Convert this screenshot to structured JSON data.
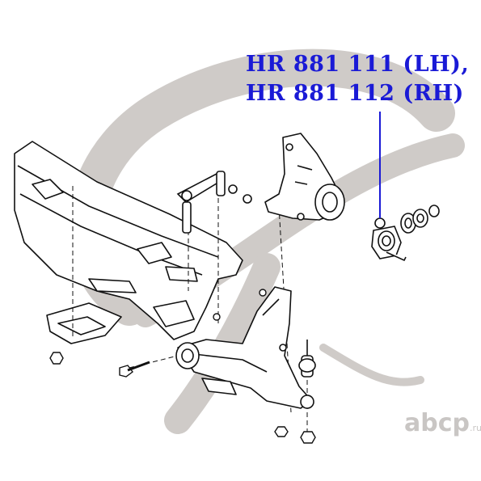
{
  "labels": {
    "part_lh": "HR 881 111 (LH),",
    "part_rh": "HR 881 112 (RH)"
  },
  "watermark": {
    "text": "abcp",
    "suffix": ".ru"
  },
  "colors": {
    "label": "#1a1ad6",
    "line": "#111111",
    "watermark": "#cfcbc8",
    "background": "#ffffff"
  }
}
